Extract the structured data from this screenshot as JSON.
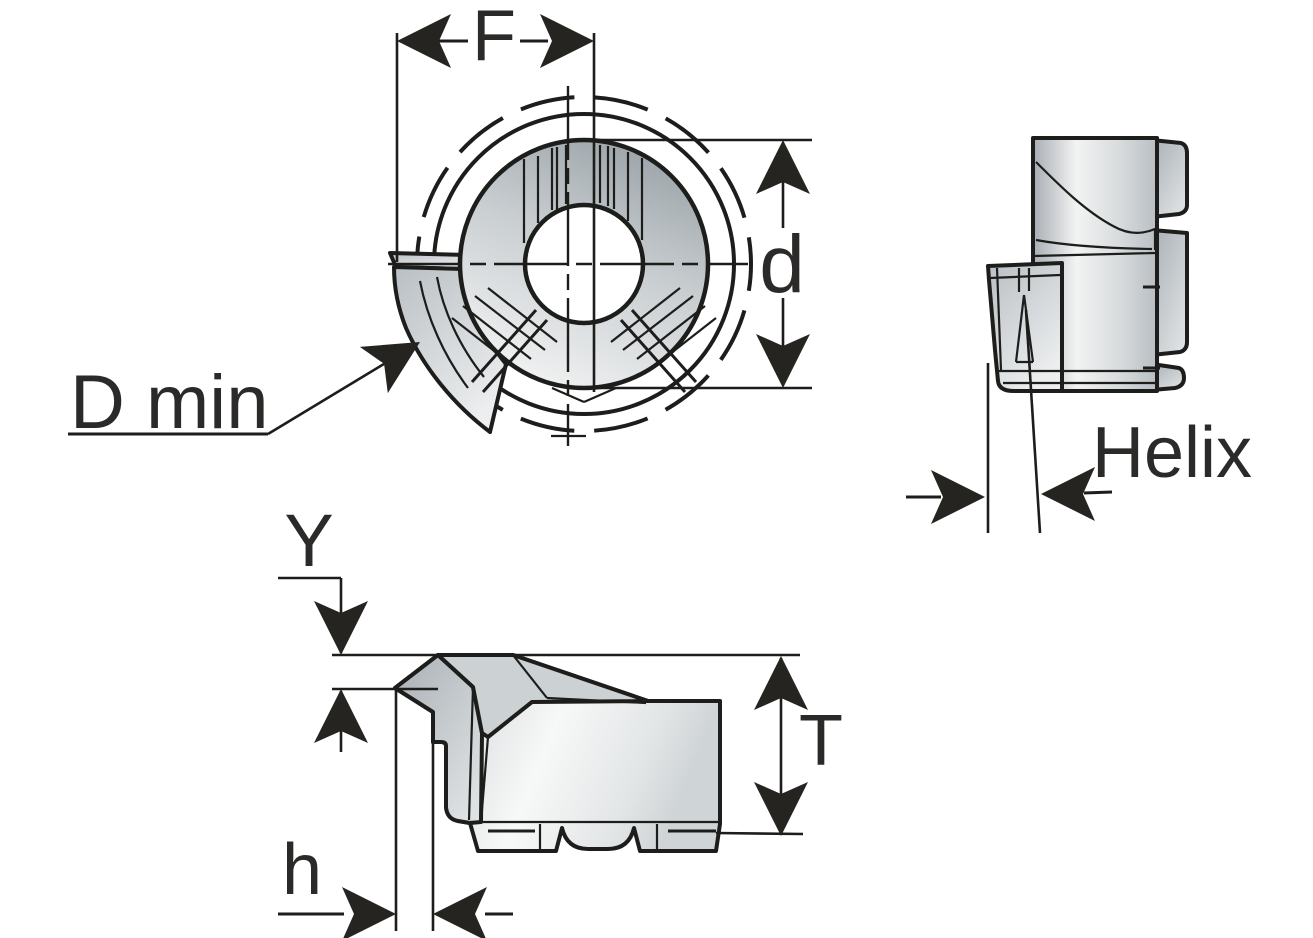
{
  "drawing": {
    "labels": {
      "front_width": "F",
      "body_diameter": "d",
      "min_bore": "D min",
      "helix_angle": "Helix",
      "tip_drop": "Y",
      "insert_thickness": "T",
      "tip_offset": "h"
    },
    "colors": {
      "line": "#1d1d1b",
      "text": "#2b2a29",
      "background": "#ffffff",
      "fill_light": "#f4f5f5",
      "fill_mid": "#cdd2d5",
      "fill_dark": "#a9b0b5"
    }
  }
}
